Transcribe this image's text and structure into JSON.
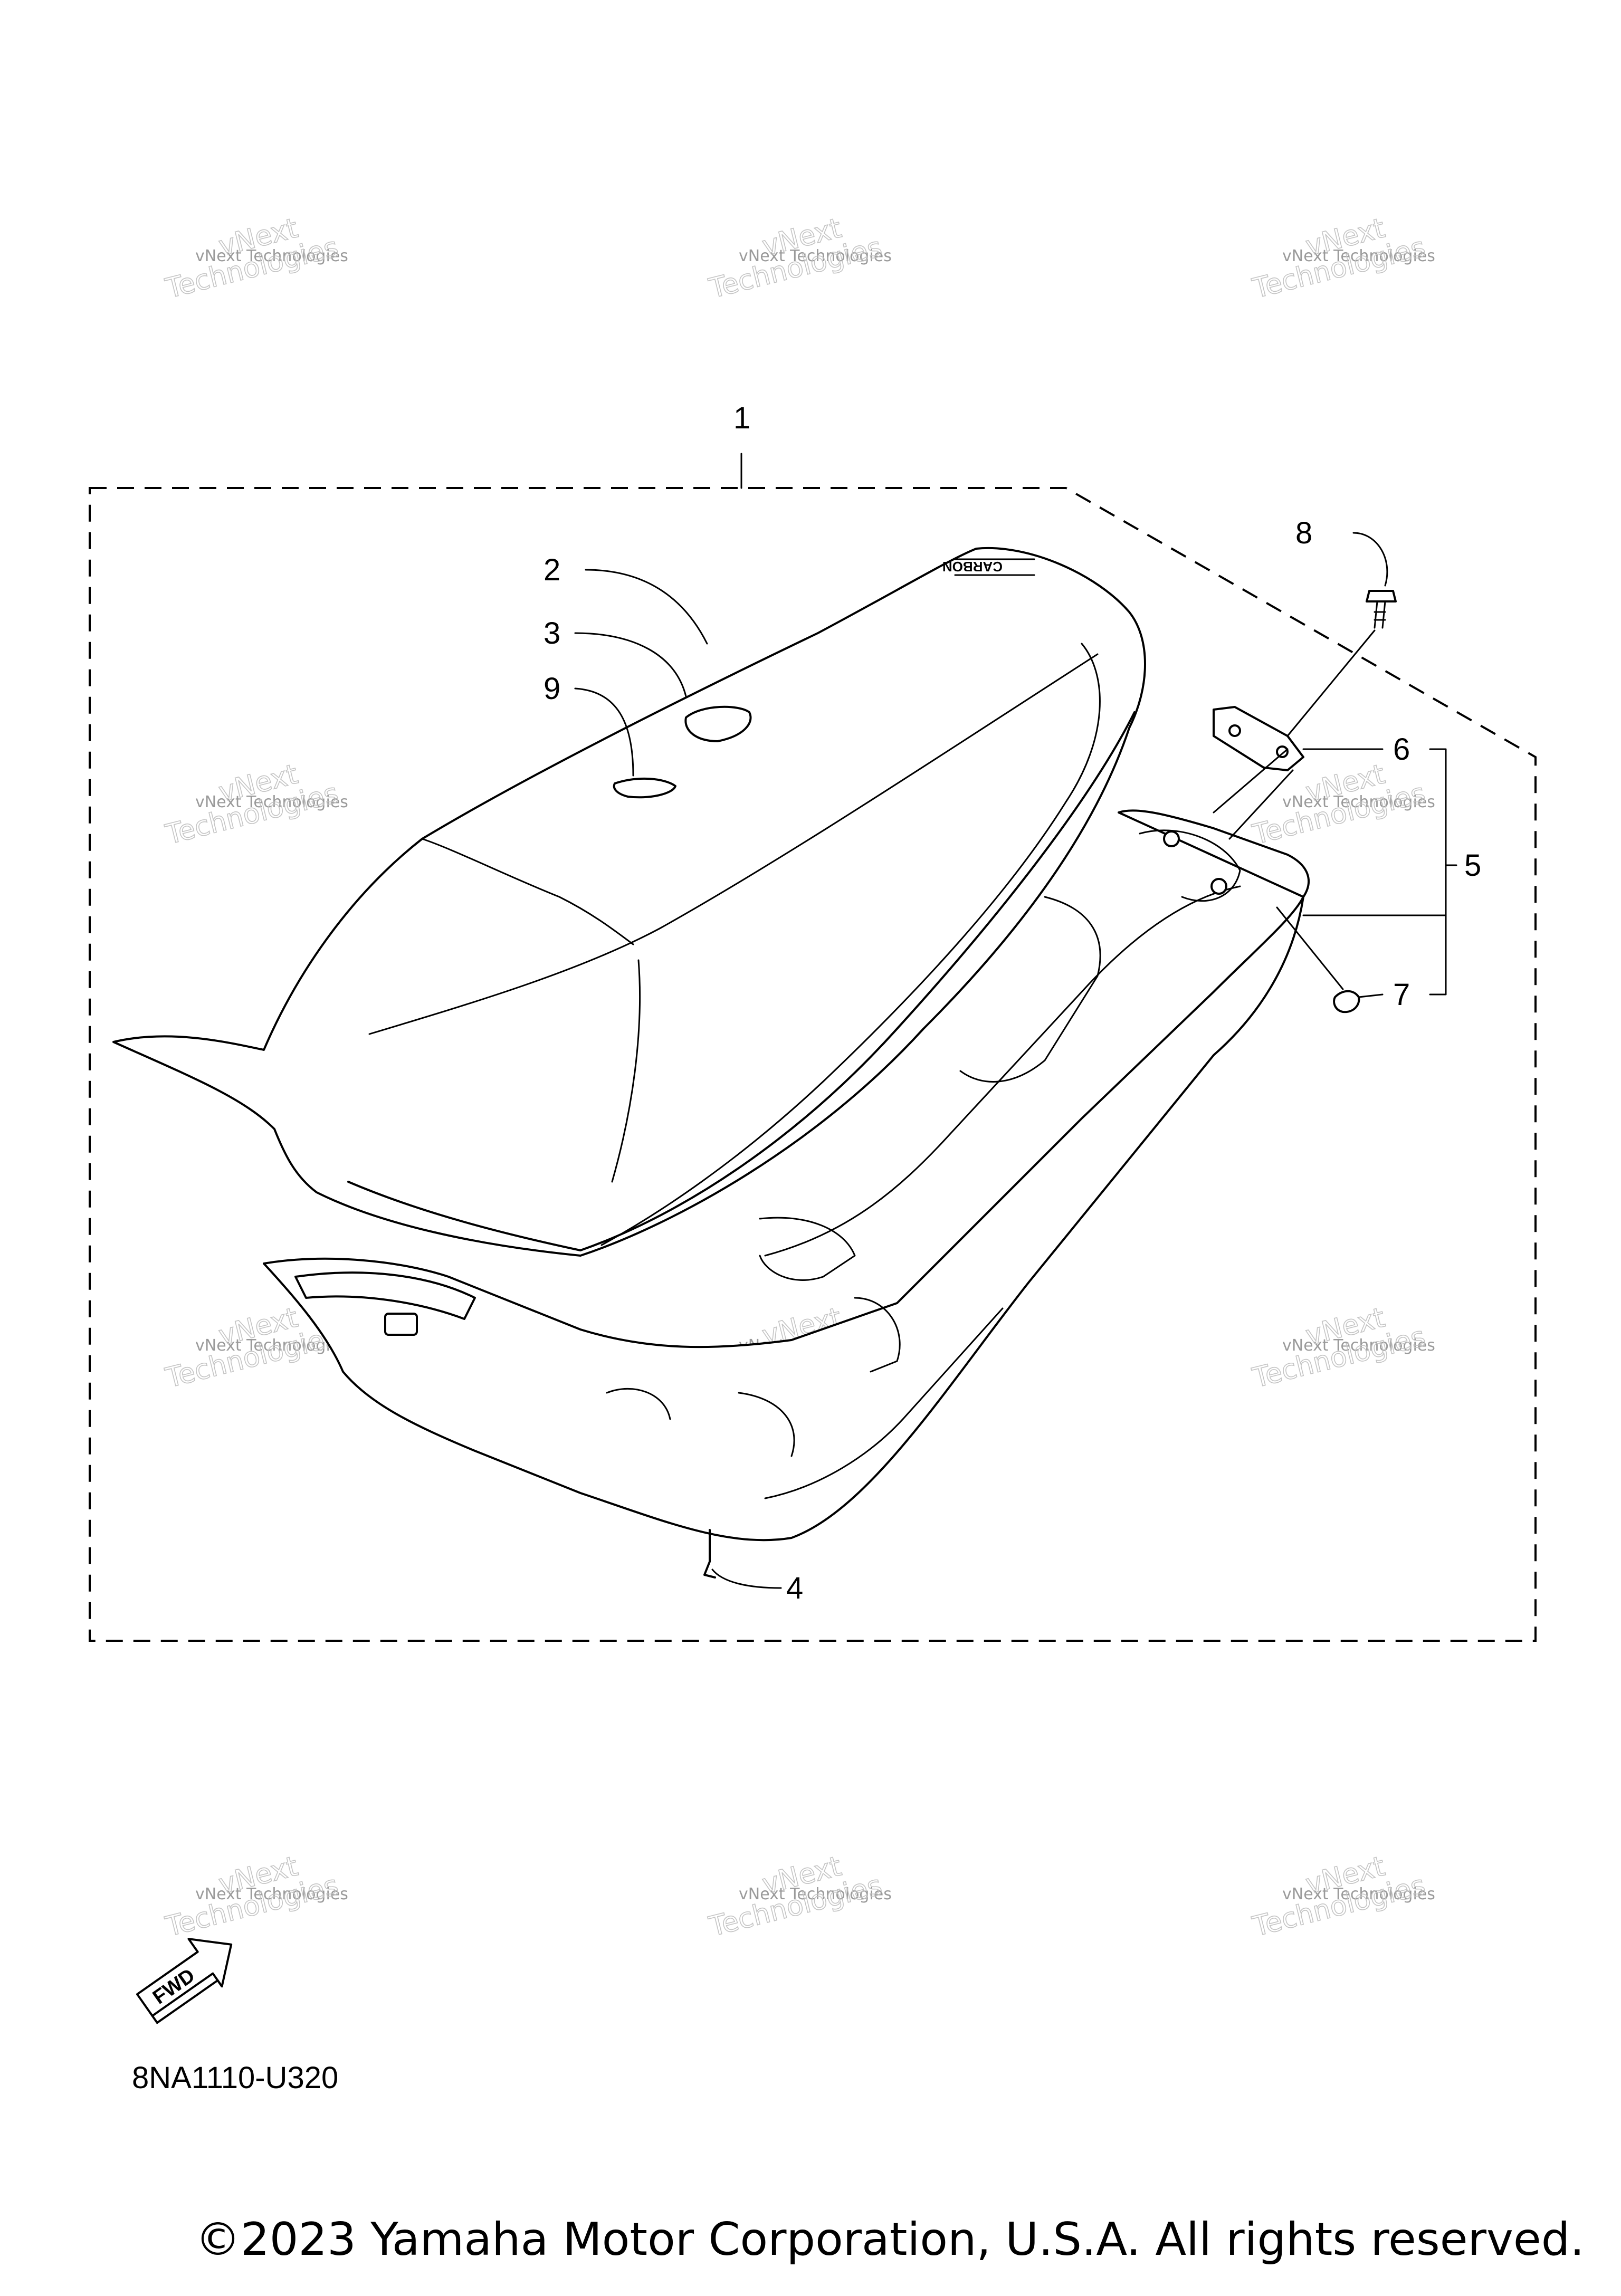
{
  "callouts": [
    {
      "id": "1",
      "label": "1"
    },
    {
      "id": "2",
      "label": "2"
    },
    {
      "id": "3",
      "label": "3"
    },
    {
      "id": "4",
      "label": "4"
    },
    {
      "id": "5",
      "label": "5"
    },
    {
      "id": "6",
      "label": "6"
    },
    {
      "id": "7",
      "label": "7"
    },
    {
      "id": "8",
      "label": "8"
    },
    {
      "id": "9",
      "label": "9"
    }
  ],
  "watermark": {
    "line1": "vNext Technologies",
    "line2": "vNext",
    "line3": "Technologies"
  },
  "fwd_label": "FWD",
  "seat_print": "CARBON",
  "part_code": "8NA1110-U320",
  "copyright": "©2023 Yamaha Motor Corporation, U.S.A. All rights reserved.",
  "colors": {
    "line": "#000000",
    "watermark": "#9a9a9a",
    "background": "#ffffff"
  }
}
